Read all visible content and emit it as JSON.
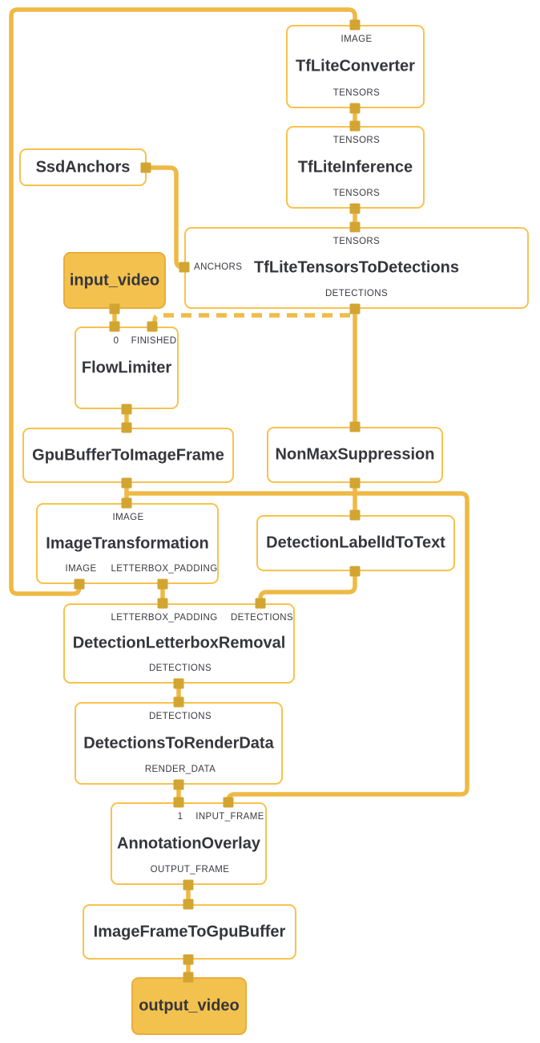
{
  "diagram": {
    "colors": {
      "edge": "#eeb945",
      "edge_dashed": "#eebc48",
      "port_square": "#d2a532",
      "node_border": "#f8c24d",
      "node_background": "#ffffff",
      "packet_background": "#f3c14e",
      "packet_border": "#e9ad3c",
      "title_text": "#35363c",
      "port_label_text": "#393a40",
      "canvas_background": "#ffffff"
    },
    "nodes": {
      "tflite_converter": {
        "title": "TfLiteConverter",
        "ports_top": [
          "IMAGE"
        ],
        "ports_bottom": [
          "TENSORS"
        ]
      },
      "tflite_inference": {
        "title": "TfLiteInference",
        "ports_top": [
          "TENSORS"
        ],
        "ports_bottom": [
          "TENSORS"
        ]
      },
      "ssd_anchors": {
        "title": "SsdAnchors"
      },
      "tflite_tensors_to_detections": {
        "title": "TfLiteTensorsToDetections",
        "ports_top": [
          "TENSORS"
        ],
        "ports_left": [
          "ANCHORS"
        ],
        "ports_bottom": [
          "DETECTIONS"
        ]
      },
      "input_video": {
        "title": "input_video"
      },
      "flow_limiter": {
        "title": "FlowLimiter",
        "ports_top": [
          "0",
          "FINISHED"
        ]
      },
      "gpu_buffer_to_image_frame": {
        "title": "GpuBufferToImageFrame"
      },
      "non_max_suppression": {
        "title": "NonMaxSuppression"
      },
      "image_transformation": {
        "title": "ImageTransformation",
        "ports_top": [
          "IMAGE"
        ],
        "ports_bottom": [
          "IMAGE",
          "LETTERBOX_PADDING"
        ]
      },
      "detection_label_id_to_text": {
        "title": "DetectionLabelIdToText"
      },
      "detection_letterbox_removal": {
        "title": "DetectionLetterboxRemoval",
        "ports_top": [
          "LETTERBOX_PADDING",
          "DETECTIONS"
        ],
        "ports_bottom": [
          "DETECTIONS"
        ]
      },
      "detections_to_render_data": {
        "title": "DetectionsToRenderData",
        "ports_top": [
          "DETECTIONS"
        ],
        "ports_bottom": [
          "RENDER_DATA"
        ]
      },
      "annotation_overlay": {
        "title": "AnnotationOverlay",
        "ports_top": [
          "1",
          "INPUT_FRAME"
        ],
        "ports_bottom": [
          "OUTPUT_FRAME"
        ]
      },
      "image_frame_to_gpu_buffer": {
        "title": "ImageFrameToGpuBuffer"
      },
      "output_video": {
        "title": "output_video"
      }
    },
    "edges": [
      {
        "from": "input_video",
        "to": "flow_limiter",
        "to_port": "0",
        "style": "solid"
      },
      {
        "from": "flow_limiter",
        "to": "gpu_buffer_to_image_frame",
        "style": "solid"
      },
      {
        "from": "gpu_buffer_to_image_frame",
        "to": "image_transformation",
        "to_port": "IMAGE",
        "style": "solid"
      },
      {
        "from": "gpu_buffer_to_image_frame",
        "to": "annotation_overlay",
        "to_port": "INPUT_FRAME",
        "style": "solid"
      },
      {
        "from": "image_transformation",
        "from_port": "IMAGE",
        "to": "tflite_converter",
        "to_port": "IMAGE",
        "style": "solid"
      },
      {
        "from": "tflite_converter",
        "from_port": "TENSORS",
        "to": "tflite_inference",
        "to_port": "TENSORS",
        "style": "solid"
      },
      {
        "from": "tflite_inference",
        "from_port": "TENSORS",
        "to": "tflite_tensors_to_detections",
        "to_port": "TENSORS",
        "style": "solid"
      },
      {
        "from": "ssd_anchors",
        "to": "tflite_tensors_to_detections",
        "to_port": "ANCHORS",
        "style": "solid"
      },
      {
        "from": "tflite_tensors_to_detections",
        "from_port": "DETECTIONS",
        "to": "non_max_suppression",
        "style": "solid"
      },
      {
        "from": "tflite_tensors_to_detections",
        "from_port": "DETECTIONS",
        "to": "flow_limiter",
        "to_port": "FINISHED",
        "style": "dashed"
      },
      {
        "from": "non_max_suppression",
        "to": "detection_label_id_to_text",
        "style": "solid"
      },
      {
        "from": "detection_label_id_to_text",
        "to": "detection_letterbox_removal",
        "to_port": "DETECTIONS",
        "style": "solid"
      },
      {
        "from": "image_transformation",
        "from_port": "LETTERBOX_PADDING",
        "to": "detection_letterbox_removal",
        "to_port": "LETTERBOX_PADDING",
        "style": "solid"
      },
      {
        "from": "detection_letterbox_removal",
        "from_port": "DETECTIONS",
        "to": "detections_to_render_data",
        "to_port": "DETECTIONS",
        "style": "solid"
      },
      {
        "from": "detections_to_render_data",
        "from_port": "RENDER_DATA",
        "to": "annotation_overlay",
        "to_port": "1",
        "style": "solid"
      },
      {
        "from": "annotation_overlay",
        "from_port": "OUTPUT_FRAME",
        "to": "image_frame_to_gpu_buffer",
        "style": "solid"
      },
      {
        "from": "image_frame_to_gpu_buffer",
        "to": "output_video",
        "style": "solid"
      }
    ]
  }
}
